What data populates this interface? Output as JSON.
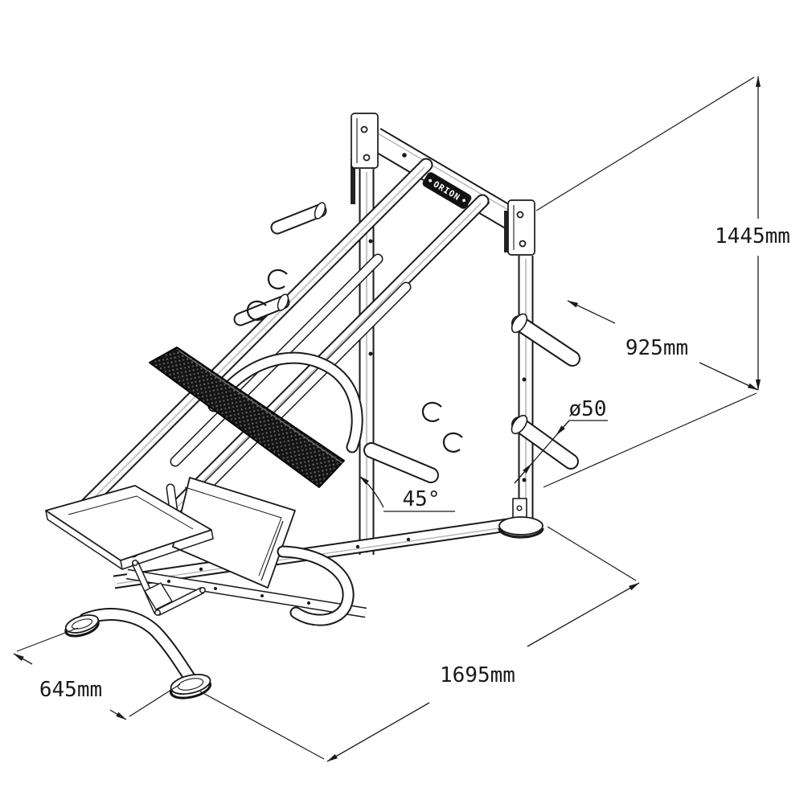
{
  "page": {
    "background": "#ffffff"
  },
  "drawing": {
    "brand_label": "ORION",
    "line_color": "#1a1a1a",
    "footplate_color": "#141414",
    "tube_highlight_color": "#b5b5b5",
    "dimensions": {
      "overall_height": "1445mm",
      "upright_depth": "925mm",
      "peg_diameter": "ø50",
      "rail_angle": "45°",
      "overall_length": "1695mm",
      "base_width": "645mm"
    }
  }
}
